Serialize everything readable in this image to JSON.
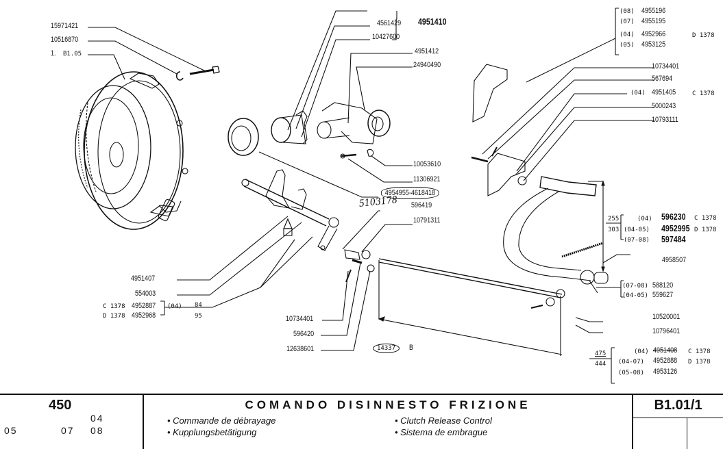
{
  "document": {
    "model": "450",
    "variants": {
      "v04": "04",
      "v05": "05",
      "v07": "07",
      "v08": "08"
    },
    "title": "COMANDO DISINNESTO FRIZIONE",
    "subtitles": {
      "fr": "• Commande de débrayage",
      "de": "• Kupplungsbetätigung",
      "en": "• Clutch Release Control",
      "es": "• Sistema de embrague"
    },
    "sheet_ref": "B1.01/1"
  },
  "parts": {
    "p15971421": "15971421",
    "p10516870": "10516870",
    "clutch_ref_qty": "1.",
    "clutch_ref": "B1.05",
    "p4561429": "4561429",
    "p10427600": "10427600",
    "p4951410": "4951410",
    "p4951412": "4951412",
    "p24940490": "24940490",
    "p10053610": "10053610",
    "p11306921": "11306921",
    "p4954955": "4954955-4618418",
    "handwritten": "5103178",
    "p596419": "596419",
    "p10791311": "10791311",
    "p4951407": "4951407",
    "p554003": "554003",
    "c1378_a": "C 1378",
    "p4952887": "4952887",
    "v04_a": "(04)",
    "d1378_a": "D 1378",
    "p4952968": "4952968",
    "dim84": "84",
    "dim95": "95",
    "p10734401_b": "10734401",
    "p596420": "596420",
    "p12638601": "12638601",
    "fig_no": "14337",
    "fig_letter": "B",
    "bracket_top": [
      {
        "code": "(08)",
        "part": "4955196"
      },
      {
        "code": "(07)",
        "part": "4955195"
      },
      {
        "code": "(04)",
        "part": "4952966"
      },
      {
        "code": "(05)",
        "part": "4953125"
      }
    ],
    "d1378_b": "D 1378",
    "p10734401": "10734401",
    "p567694": "567694",
    "v04_b": "(04)",
    "p4951405": "4951405",
    "c1378_b": "C 1378",
    "p5000243": "5000243",
    "p10793111": "10793111",
    "dim255": "255",
    "dim303": "303",
    "pedal": [
      {
        "code": "(04)",
        "part": "596230",
        "note": "C 1378"
      },
      {
        "code": "(04-05)",
        "part": "4952995",
        "note": "D 1378"
      },
      {
        "code": "(07-08)",
        "part": "597484",
        "note": ""
      }
    ],
    "p4958507": "4958507",
    "bush": [
      {
        "code": "(07-08)",
        "part": "588120"
      },
      {
        "code": "(04-05)",
        "part": "559627"
      }
    ],
    "p10520001": "10520001",
    "p10796401": "10796401",
    "dim475": "475",
    "dim444": "444",
    "rod": [
      {
        "code": "(04)",
        "part": "4951408",
        "note": "C 1378"
      },
      {
        "code": "(04-07)",
        "part": "4952888",
        "note": "D 1378"
      },
      {
        "code": "(05-08)",
        "part": "4953126",
        "note": ""
      }
    ]
  }
}
